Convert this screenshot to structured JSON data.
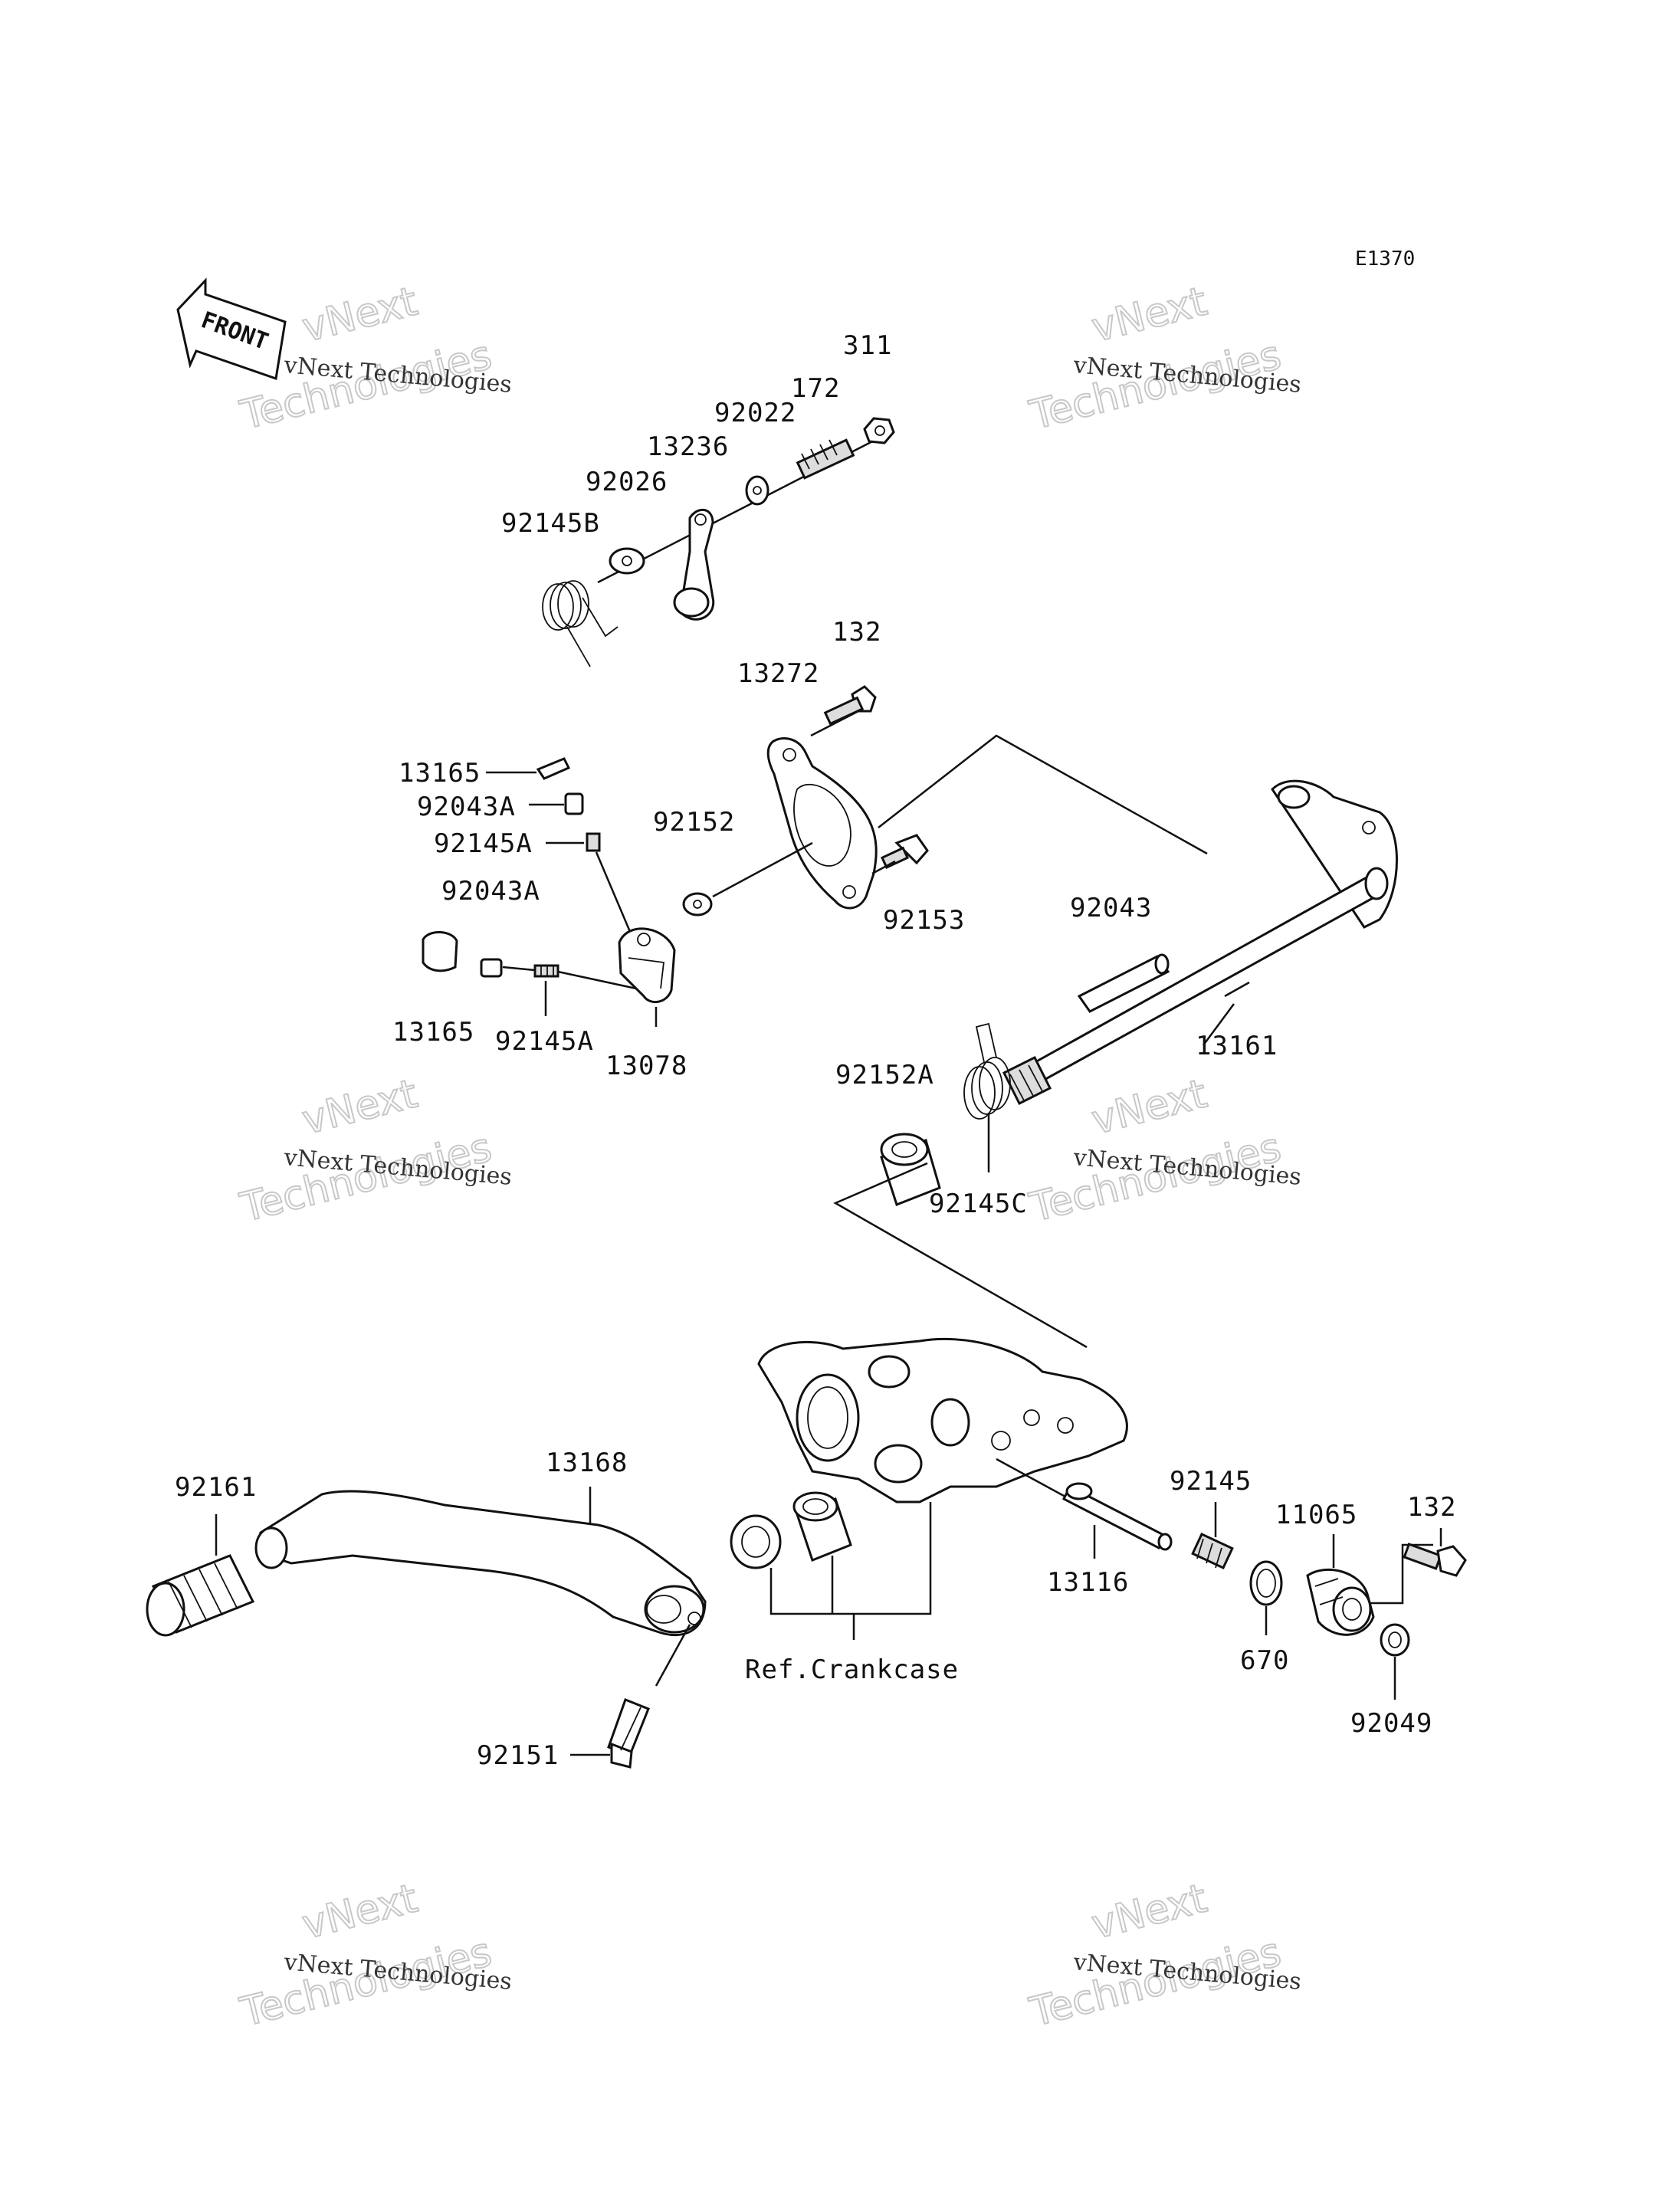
{
  "diagram": {
    "code": "E1370",
    "front_label": "FRONT",
    "ref_label": "Ref.Crankcase",
    "watermark_line1": "vNext Technologies",
    "watermark_line2": "vNext",
    "watermark_line3": "Technologies",
    "labels": [
      {
        "id": "311",
        "text": "311"
      },
      {
        "id": "172",
        "text": "172"
      },
      {
        "id": "92022",
        "text": "92022"
      },
      {
        "id": "13236",
        "text": "13236"
      },
      {
        "id": "92026",
        "text": "92026"
      },
      {
        "id": "92145B",
        "text": "92145B"
      },
      {
        "id": "132a",
        "text": "132"
      },
      {
        "id": "13272",
        "text": "13272"
      },
      {
        "id": "13165a",
        "text": "13165"
      },
      {
        "id": "92043Aa",
        "text": "92043A"
      },
      {
        "id": "92145Aa",
        "text": "92145A"
      },
      {
        "id": "92152",
        "text": "92152"
      },
      {
        "id": "92153",
        "text": "92153"
      },
      {
        "id": "92043Ab",
        "text": "92043A"
      },
      {
        "id": "13165b",
        "text": "13165"
      },
      {
        "id": "92145Ab",
        "text": "92145A"
      },
      {
        "id": "13078",
        "text": "13078"
      },
      {
        "id": "92043",
        "text": "92043"
      },
      {
        "id": "13161",
        "text": "13161"
      },
      {
        "id": "92152A",
        "text": "92152A"
      },
      {
        "id": "92145C",
        "text": "92145C"
      },
      {
        "id": "92161",
        "text": "92161"
      },
      {
        "id": "13168",
        "text": "13168"
      },
      {
        "id": "92145",
        "text": "92145"
      },
      {
        "id": "11065",
        "text": "11065"
      },
      {
        "id": "132b",
        "text": "132"
      },
      {
        "id": "13116",
        "text": "13116"
      },
      {
        "id": "670",
        "text": "670"
      },
      {
        "id": "92049",
        "text": "92049"
      },
      {
        "id": "92151",
        "text": "92151"
      }
    ]
  }
}
